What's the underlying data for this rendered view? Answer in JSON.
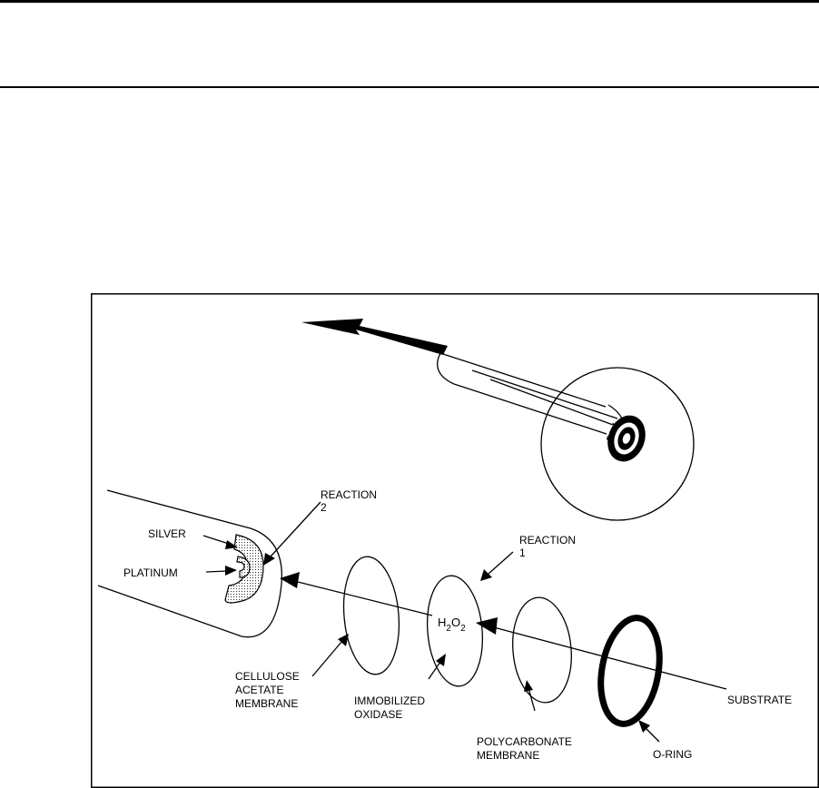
{
  "labels": {
    "reaction2": [
      "REACTION",
      "2"
    ],
    "reaction1": [
      "REACTION",
      "1"
    ],
    "silver": "SILVER",
    "platinum": "PLATINUM",
    "cellulose": [
      "CELLULOSE",
      "ACETATE",
      "MEMBRANE"
    ],
    "oxidase": [
      "IMMOBILIZED",
      "OXIDASE"
    ],
    "polycarbonate": [
      "POLYCARBONATE",
      "MEMBRANE"
    ],
    "oring": "O-RING",
    "substrate": "SUBSTRATE",
    "h2o2": {
      "h1": "H",
      "s1": "2",
      "o": "O",
      "s2": "2"
    }
  }
}
